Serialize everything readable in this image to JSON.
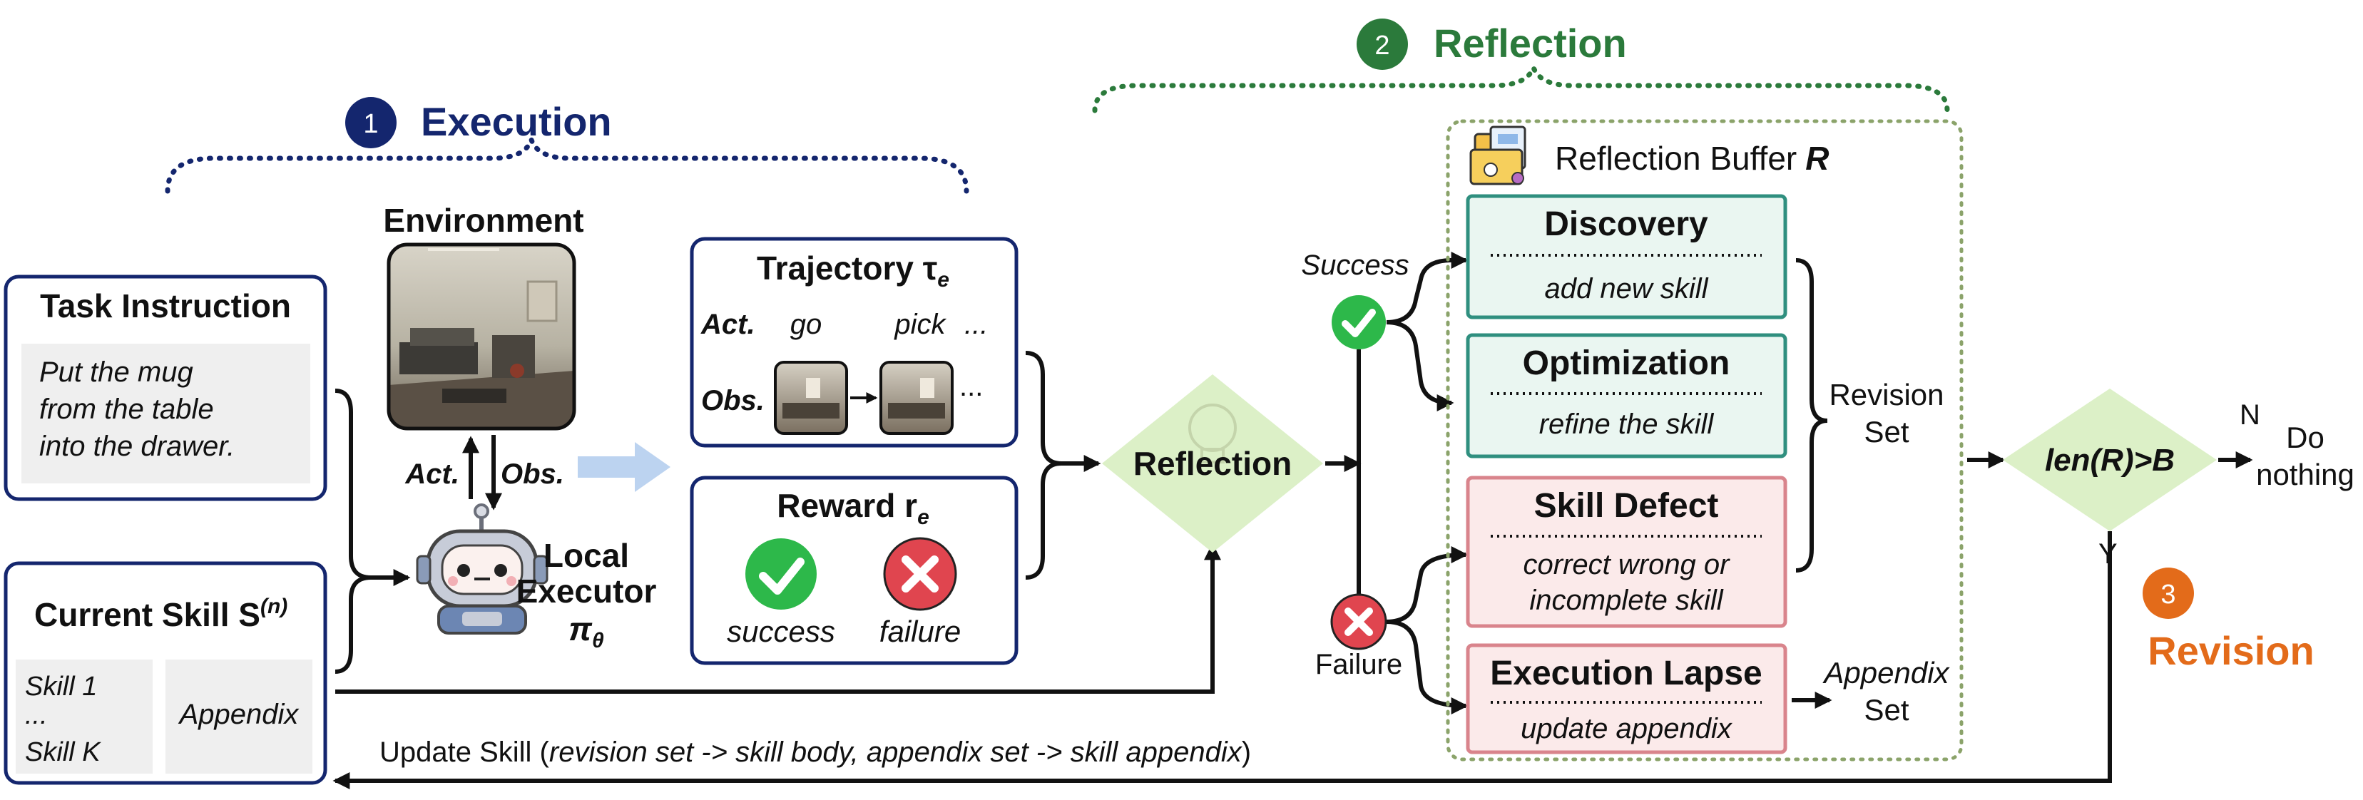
{
  "colors": {
    "navy": "#14266e",
    "dark_green": "#2b7a3b",
    "orange": "#e36b1a",
    "teal_border": "#2f8f7f",
    "teal_fill": "#eaf6f1",
    "red_border": "#d9848c",
    "red_fill": "#fbeaea",
    "diamond_fill": "#dcf0c7",
    "success_green": "#2db84a",
    "failure_red": "#e0454f",
    "gray_box": "#efefef",
    "arrow_blue": "#bcd3f0"
  },
  "execution": {
    "number": "1",
    "title": "Execution",
    "task_instruction": {
      "title": "Task Instruction",
      "text_lines": [
        "Put the mug",
        "from the table",
        "into the drawer."
      ]
    },
    "current_skill": {
      "title": "Current Skill S",
      "title_sup": "(n)",
      "skills_lines": [
        "Skill 1",
        "...",
        "Skill K"
      ],
      "appendix": "Appendix"
    },
    "environment": {
      "title": "Environment"
    },
    "act_label": "Act.",
    "obs_label": "Obs.",
    "executor": {
      "line1": "Local",
      "line2": "Executor",
      "symbol": "π",
      "symbol_sub": "θ"
    },
    "trajectory": {
      "title": "Trajectory τ",
      "title_sub": "e",
      "act_label": "Act.",
      "obs_label": "Obs.",
      "actions": [
        "go",
        "pick",
        "..."
      ],
      "obs_ellipsis": "..."
    },
    "reward": {
      "title": "Reward r",
      "title_sub": "e",
      "success": "success",
      "failure": "failure"
    }
  },
  "reflection": {
    "number": "2",
    "title": "Reflection",
    "node_label": "Reflection",
    "success_label": "Success",
    "failure_label": "Failure",
    "buffer_title": "Reflection Buffer",
    "buffer_symbol": "R",
    "discovery": {
      "title": "Discovery",
      "desc": "add new skill"
    },
    "optimization": {
      "title": "Optimization",
      "desc": "refine the skill"
    },
    "skill_defect": {
      "title": "Skill Defect",
      "desc_lines": [
        "correct wrong or",
        "incomplete skill"
      ]
    },
    "execution_lapse": {
      "title": "Execution Lapse",
      "desc": "update appendix"
    },
    "revision_set": [
      "Revision",
      "Set"
    ],
    "appendix_set": [
      "Appendix",
      "Set"
    ]
  },
  "revision": {
    "number": "3",
    "title": "Revision",
    "condition": "len(R)>B",
    "no_label": "N",
    "yes_label": "Y",
    "do_nothing": [
      "Do",
      "nothing"
    ]
  },
  "update_skill": {
    "prefix": "Update Skill (",
    "italic": "revision set -> skill body, appendix set -> skill appendix",
    "suffix": ")"
  }
}
